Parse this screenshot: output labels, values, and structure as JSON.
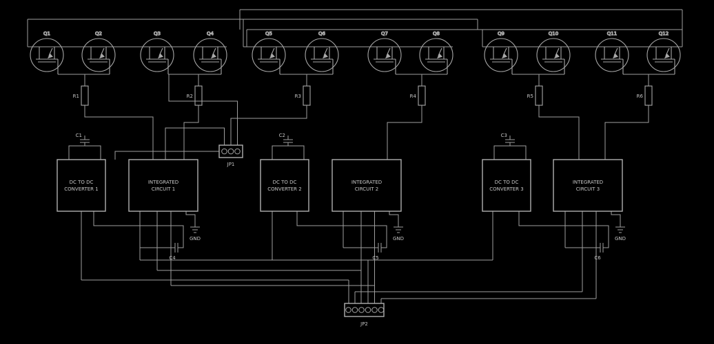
{
  "diagram": {
    "type": "circuit-schematic",
    "colors": {
      "background": "#000000",
      "wire": "#9f9f9f",
      "text": "#c6c6c6"
    },
    "transistor_labels": [
      "Q1",
      "Q2",
      "Q3",
      "Q4",
      "Q5",
      "Q6",
      "Q7",
      "Q8",
      "Q9",
      "Q10",
      "Q11",
      "Q12"
    ],
    "resistor_labels": [
      "R1",
      "R2",
      "R3",
      "R4",
      "R5",
      "R6"
    ],
    "capacitor_labels": [
      "C1",
      "C2",
      "C3",
      "C4",
      "C5",
      "C6"
    ],
    "ground_label": "GND",
    "connectors": {
      "jp1": "JP1",
      "jp2": "JP2"
    },
    "converters": [
      {
        "line1": "DC TO DC",
        "line2": "CONVERTER 1"
      },
      {
        "line1": "DC TO DC",
        "line2": "CONVERTER 2"
      },
      {
        "line1": "DC TO DC",
        "line2": "CONVERTER 3"
      }
    ],
    "ics": [
      {
        "line1": "INTEGRATED",
        "line2": "CIRCUIT 1"
      },
      {
        "line1": "INTEGRATED",
        "line2": "CIRCUIT 2"
      },
      {
        "line1": "INTEGRATED",
        "line2": "CIRCUIT 3"
      }
    ]
  }
}
